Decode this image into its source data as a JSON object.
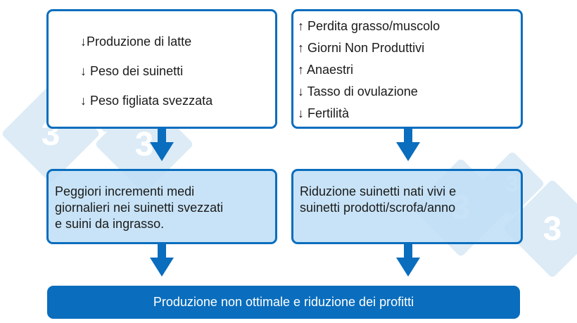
{
  "colors": {
    "accent": "#0a6dbd",
    "light_fill": "#bedef6",
    "watermark": "#dcebf6",
    "text": "#1a1a1a"
  },
  "watermark": {
    "glyph": "3"
  },
  "top_left_box": {
    "items": [
      {
        "arrow": "↓",
        "text": "Produzione di latte"
      },
      {
        "arrow": "↓",
        "text": " Peso dei suinetti"
      },
      {
        "arrow": "↓",
        "text": " Peso figliata svezzata"
      }
    ]
  },
  "top_right_box": {
    "items": [
      {
        "arrow": "↑",
        "text": " Perdita grasso/muscolo"
      },
      {
        "arrow": "↑",
        "text": " Giorni Non Produttivi"
      },
      {
        "arrow": "↑",
        "text": " Anaestri"
      },
      {
        "arrow": "↓",
        "text": " Tasso di ovulazione"
      },
      {
        "arrow": "↓",
        "text": " Fertilità"
      }
    ]
  },
  "middle_left_box": {
    "lines": [
      "Peggiori incrementi medi",
      "giornalieri nei suinetti svezzati",
      "e suini da ingrasso."
    ]
  },
  "middle_right_box": {
    "lines": [
      "Riduzione suinetti nati vivi e",
      "suinetti prodotti/scrofa/anno"
    ]
  },
  "bottom_bar": {
    "text": "Produzione non ottimale e riduzione dei profitti"
  }
}
